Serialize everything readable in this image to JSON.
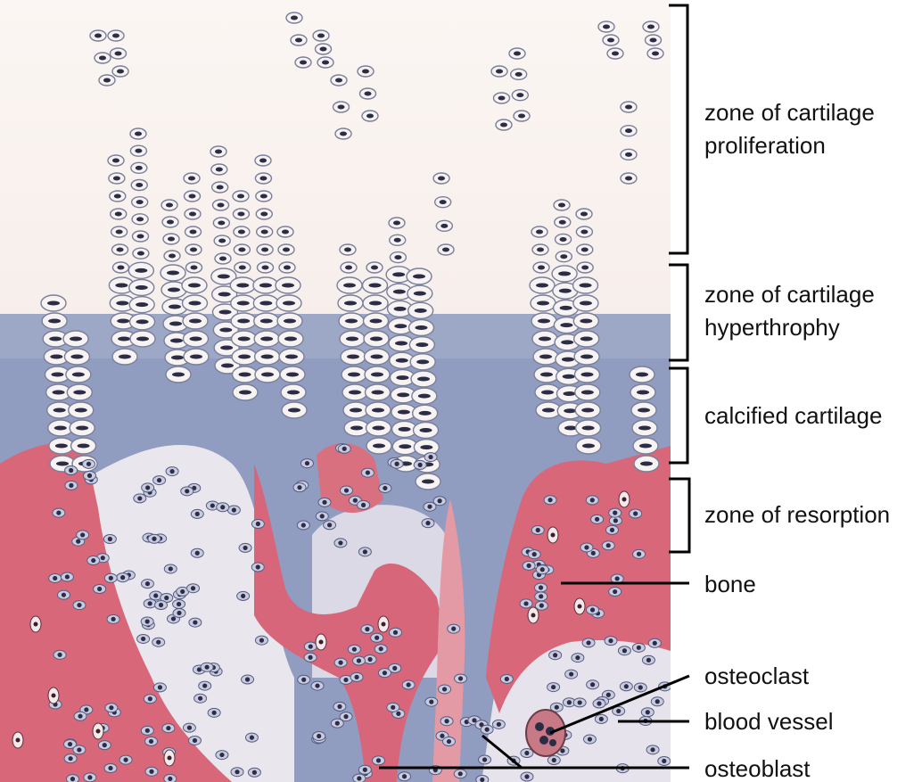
{
  "zones": [
    {
      "id": "proliferation",
      "lines": [
        "zone of cartilage",
        "proliferation"
      ]
    },
    {
      "id": "hypertrophy",
      "lines": [
        "zone of cartilage",
        "hyperthrophy"
      ]
    },
    {
      "id": "calcified",
      "lines": [
        "calcified cartilage"
      ]
    },
    {
      "id": "resorption",
      "lines": [
        "zone of resorption"
      ]
    }
  ],
  "labels": {
    "bone": "bone",
    "osteoclast": "osteoclast",
    "blood_vessel": "blood vessel",
    "osteoblast": "osteoblast"
  },
  "colors": {
    "cartilage_matrix": "#f3e7e3",
    "calcified_matrix": "#8f9cc0",
    "bone": "#d9687a",
    "marrow": "#ece8ef",
    "nucleus": "#2c2c44",
    "line": "#000000"
  }
}
